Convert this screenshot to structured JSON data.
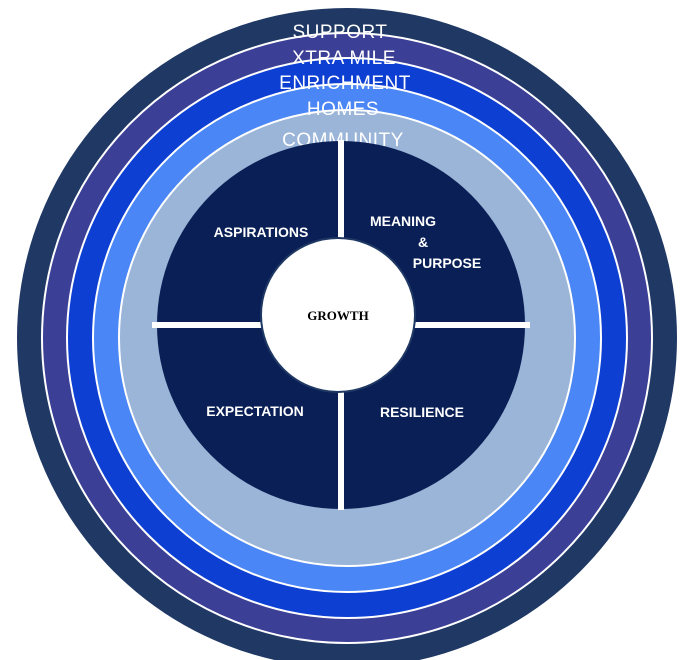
{
  "rings": [
    {
      "label": "SUPPORT",
      "color": "#1f3864"
    },
    {
      "label": "XTRA MILE",
      "color": "#3b3f96"
    },
    {
      "label": "ENRICHMENT",
      "color": "#0d3fd3"
    },
    {
      "label": "HOMES",
      "color": "#4a86f5"
    },
    {
      "label": "COMMUNITY",
      "color": "#9ab5d8"
    }
  ],
  "quadrants": {
    "top_left": {
      "label": "ASPIRATIONS"
    },
    "top_right": {
      "line1": "MEANING",
      "line2": "&",
      "line3": "PURPOSE"
    },
    "bottom_left": {
      "label": "EXPECTATION"
    },
    "bottom_right": {
      "label": "RESILIENCE"
    },
    "color": "#0a1f55"
  },
  "center": {
    "label": "GROWTH"
  }
}
